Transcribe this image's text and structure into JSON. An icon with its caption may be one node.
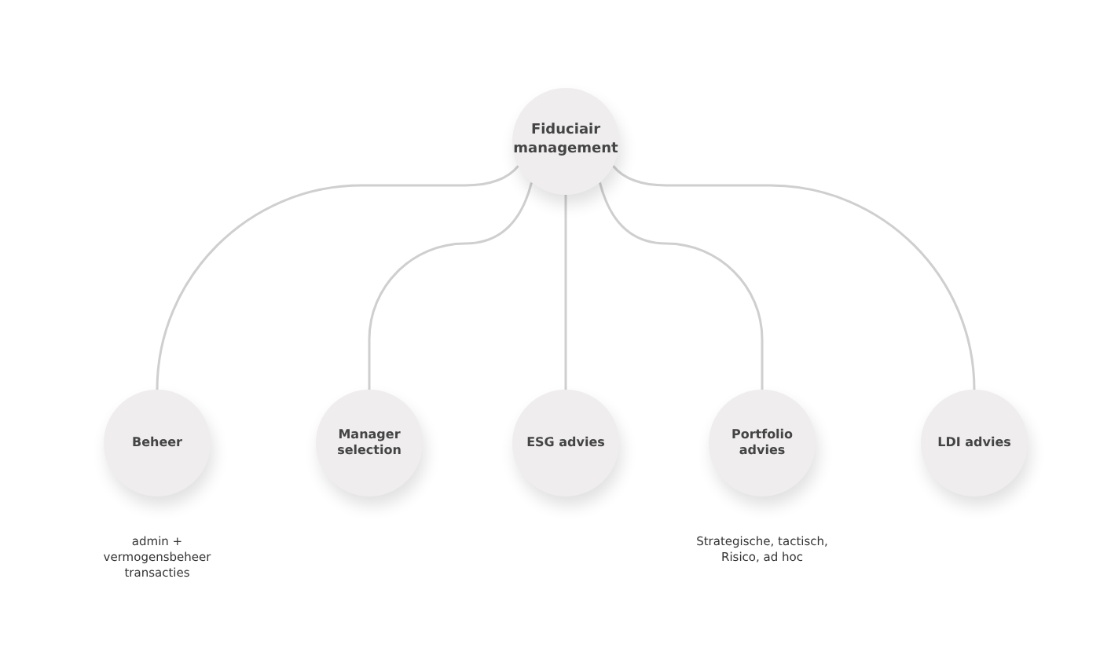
{
  "diagram": {
    "nodes": [
      {
        "text": [
          "Fiduciair management"
        ]
      },
      {
        "text": [
          "Beheer"
        ],
        "beside": [
          "admin + vermogensbeheer transacties"
        ]
      },
      {
        "text": [
          "Manager selection"
        ]
      },
      {
        "text": [
          "ESG advies"
        ]
      },
      {
        "text": [
          "Portfolio advies"
        ],
        "beside": [
          "Strategische, tactisch, Risico, ad hoc"
        ]
      },
      {
        "text": [
          "LDI advies"
        ]
      }
    ],
    "edges": [
      {
        "from": 0,
        "to": 1,
        "arrow": "none"
      },
      {
        "from": 0,
        "to": 2,
        "arrow": "none"
      },
      {
        "from": 0,
        "to": 3,
        "arrow": "none"
      },
      {
        "from": 0,
        "to": 4,
        "arrow": "none"
      },
      {
        "from": 0,
        "to": 5,
        "arrow": "none"
      }
    ]
  }
}
